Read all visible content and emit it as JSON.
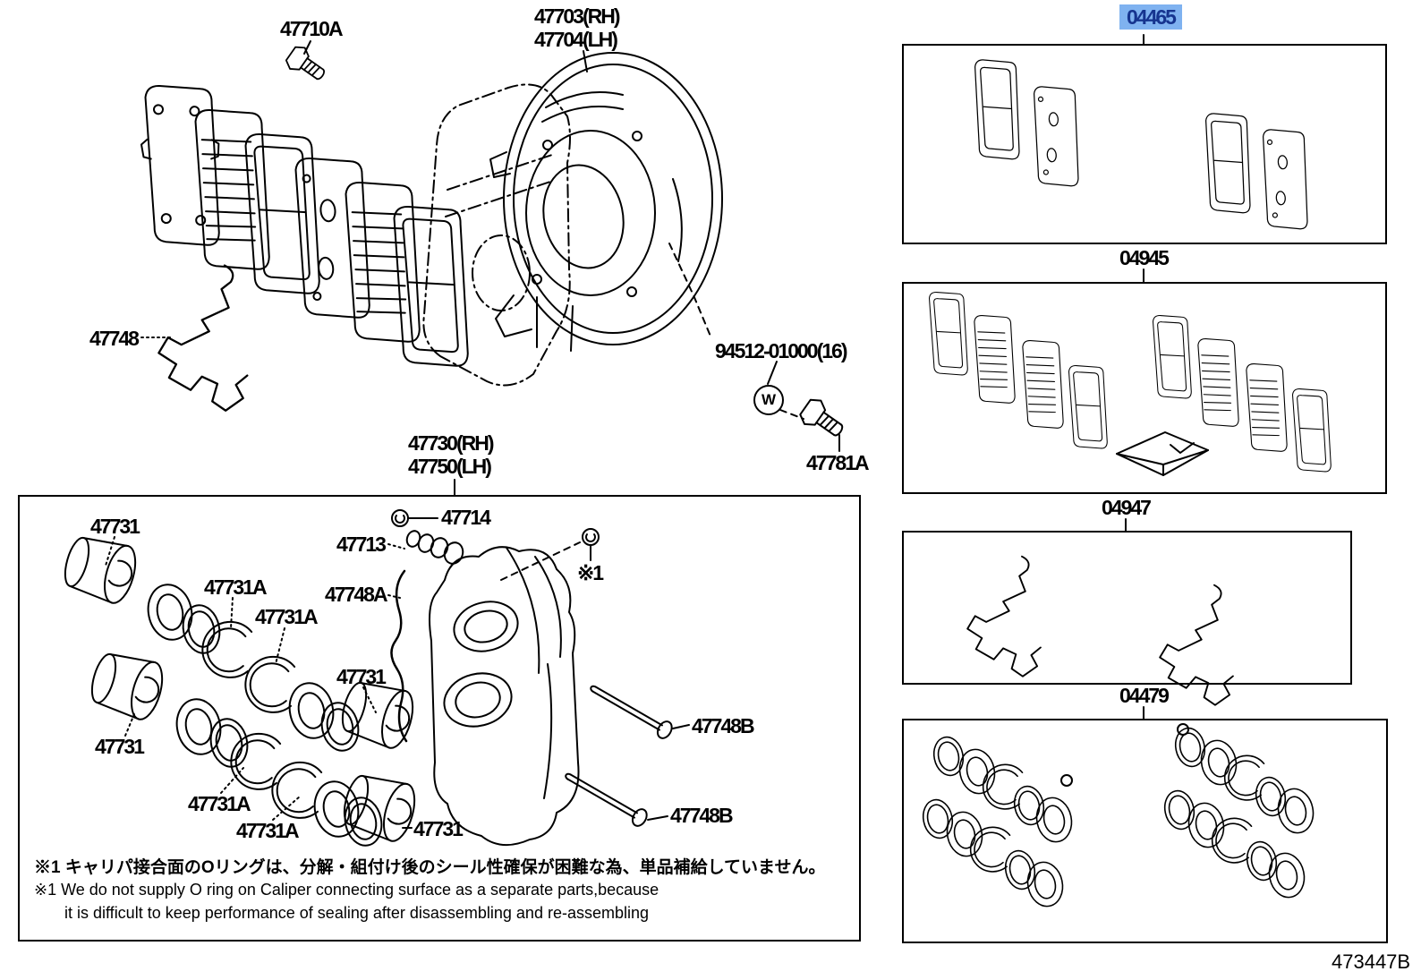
{
  "colors": {
    "highlight_bg": "#7FB2F0",
    "highlight_text": "#16348F",
    "line": "#000000"
  },
  "parts": {
    "fitting_bolt": "47710A",
    "dust_cover_rh": "47703(RH)",
    "dust_cover_lh": "47704(LH)",
    "pad_support_plate": "47748",
    "washer_bolt": "94512-01000(16)",
    "washer_symbol": "W",
    "union_bolt": "47781A",
    "caliper_rh": "47730(RH)",
    "caliper_lh": "47750(LH)",
    "bleeder_cap": "47714",
    "bleeder_plug": "47713",
    "ring_fitting": "47748A",
    "piston": "47731",
    "piston_seal": "47731A",
    "install_pin": "47748B",
    "note_ref": "※1"
  },
  "kits": {
    "pad_kit": {
      "number": "04465",
      "highlighted": true
    },
    "shim_kit": {
      "number": "04945",
      "highlighted": false
    },
    "fitting_kit": {
      "number": "04947",
      "highlighted": false
    },
    "cylinder_kit": {
      "number": "04479",
      "highlighted": false
    }
  },
  "notes": {
    "jp": "※1 キャリパ接合面のOリングは、分解・組付け後のシール性確保が困難な為、単品補給していません。",
    "en_line1": "※1 We do not supply O ring on Caliper connecting surface as a separate parts,because",
    "en_line2": "it is difficult to keep performance of sealing after disassembling and re-assembling"
  },
  "figure_code": "473447B"
}
